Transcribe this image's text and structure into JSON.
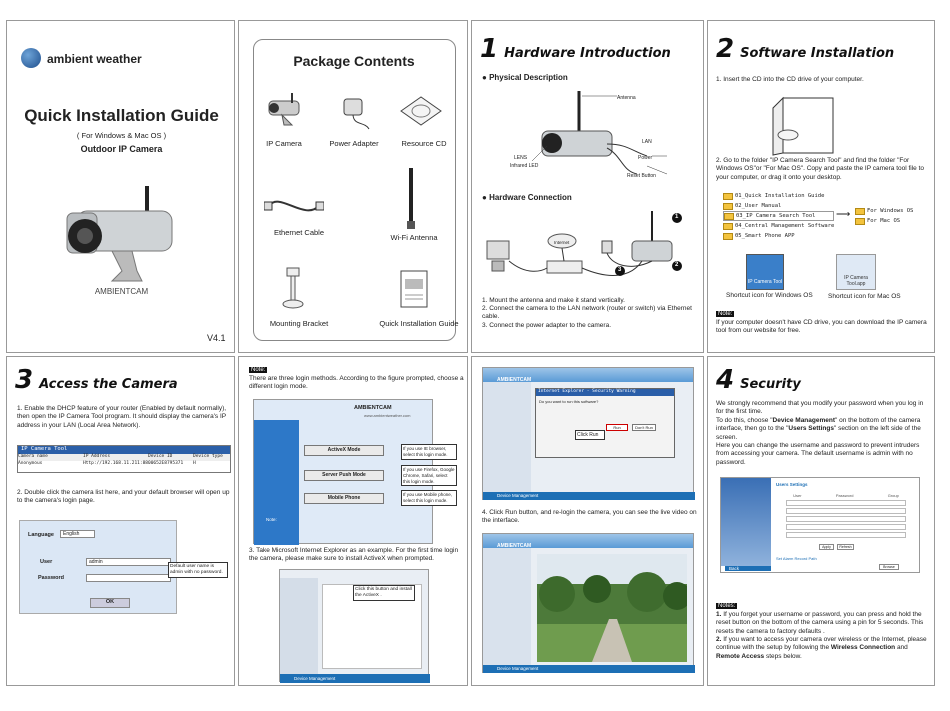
{
  "cover": {
    "brand": "ambient weather",
    "title": "Quick Installation Guide",
    "subtitle": "( For Windows & Mac OS )",
    "product": "Outdoor IP Camera",
    "camera_label": "AMBIENTCAM",
    "version": "V4.1"
  },
  "package": {
    "title": "Package Contents",
    "items": [
      "IP Camera",
      "Power Adapter",
      "Resource CD",
      "Ethernet Cable",
      "Wi-Fi Antenna",
      "Mounting Bracket",
      "Quick Installation Guide"
    ]
  },
  "hardware": {
    "number": "1",
    "title": "Hardware Introduction",
    "physical_heading": "Physical Description",
    "callouts": [
      "Antenna",
      "LENS",
      "Infrared LED",
      "LAN",
      "Power",
      "Reset Button"
    ],
    "connection_heading": "Hardware Connection",
    "diagram_labels": [
      "Internet",
      "1",
      "2",
      "3"
    ],
    "steps": [
      "1.  Mount the antenna and make it stand vertically.",
      "2.  Connect the camera to the LAN network (router or switch) via Ethernet cable.",
      "3.  Connect the power adapter to the camera."
    ]
  },
  "software": {
    "number": "2",
    "title": "Software Installation",
    "step1": "1.  Insert the CD into the CD drive of your computer.",
    "step2": "2.  Go to the folder \"IP Camera Search Tool\"  and find the folder \"For Windows OS\"or \"For Mac OS\".  Copy and paste the IP camera tool file to your computer, or drag it onto your desktop.",
    "folders": [
      "01_Quick Installation Guide",
      "02_User Manual",
      "03_IP Camera Search Tool",
      "04_Central Management Software",
      "05_Smart Phone APP"
    ],
    "subfolders": [
      "For Windows OS",
      "For Mac OS"
    ],
    "icon_labels": [
      "IP Camera Tool",
      "IP Camera Tool.app"
    ],
    "shortcut_win": "Shortcut icon for Windows OS",
    "shortcut_mac": "Shortcut icon for Mac OS",
    "note_label": "Note:",
    "note_text": "If your computer doesn't have CD drive, you can download the IP camera tool from our website for free."
  },
  "access": {
    "number": "3",
    "title": "Access the Camera",
    "step1": "1.  Enable the DHCP feature of your router (Enabled by default normally), then open the IP Camera Tool program. It should display the camera's IP address in your LAN (Local Area Network).",
    "tool_title": "IP Camera Tool",
    "tool_headers": [
      "Camera name",
      "IP Address",
      "Device ID",
      "Device type"
    ],
    "tool_row": [
      "Anonymous",
      "Http://192.168.11.211:88",
      "00652E8795371",
      "H"
    ],
    "step2": "2.  Double click the camera list here, and your default browser will open up to the camera's login page.",
    "login_language_label": "Language",
    "login_language_value": "English",
    "login_user_label": "User",
    "login_user_value": "admin",
    "login_password_label": "Password",
    "login_ok": "OK",
    "login_callout": "Default user name is admin with no password."
  },
  "login_methods": {
    "note_label": "Note:",
    "note_text": "There are three login methods. According to the figure prompted, choose a different login mode.",
    "brand": "AMBIENTCAM",
    "site": "www.ambientweather.com",
    "modes": [
      "ActiveX Mode",
      "Server Push Mode",
      "Mobile Phone"
    ],
    "mode_callouts": [
      "If you use IE browser, select this login mode.",
      "If you use Firefox, Google Chrome, Safari, select this login mode.",
      "If you use Mobile phone, select this login mode."
    ],
    "page_note": "Note:",
    "step3": "3. Take Microsoft Internet Explorer as an example. For the first time login the camera, please make sure to install ActiveX when prompted.",
    "install_callout": "Click this button and install the ActiveX .",
    "device_management": "Device Management"
  },
  "liveview": {
    "brand": "AMBIENTCAM",
    "dialog_title": "Internet Explorer - Security Warning",
    "dialog_question": "Do you want to run this software?",
    "dialog_run": "Run",
    "dialog_dont_run": "Don't Run",
    "run_callout": "Click Run",
    "step4": "4. Click Run button, and re-login the camera, you can see the live video on the interface.",
    "device_management": "Device Management"
  },
  "security": {
    "number": "4",
    "title": "Security",
    "para1": "We strongly recommend that you modify your password when you log in for the first time.",
    "para2_pre": "To do this, choose \"",
    "para2_b1": "Device Management",
    "para2_mid": "\" on the bottom of the camera interface, then go to the \"",
    "para2_b2": "Users Settings",
    "para2_post": "\" section on the left side of the screen.",
    "para3": "Here you can change the username and password to prevent intruders from accessing your camera. The default username is admin with no password.",
    "panel_title": "Users Settings",
    "panel_headers": [
      "User",
      "Password",
      "Group"
    ],
    "panel_buttons": [
      "Apply",
      "Refresh"
    ],
    "panel_bottom": "Set Alarm Record Path",
    "panel_browse": "Browse",
    "back": "Back",
    "notes_label": "Notes:",
    "note1_a": "1.",
    "note1_b": " If you forget your username or password, you can press and hold the reset button on the bottom of the camera using a pin for 5 seconds. This resets the camera to factory defaults .",
    "note2_a": "2.",
    "note2_b": " If you want to access your camera over wireless or the Internet, please continue with the setup by following the ",
    "note2_b1": "Wireless Connection",
    "note2_and": " and ",
    "note2_b2": "Remote Access",
    "note2_c": " steps below."
  },
  "colors": {
    "accent": "#1d6fb5",
    "panel_bg": "#e9eef4"
  }
}
